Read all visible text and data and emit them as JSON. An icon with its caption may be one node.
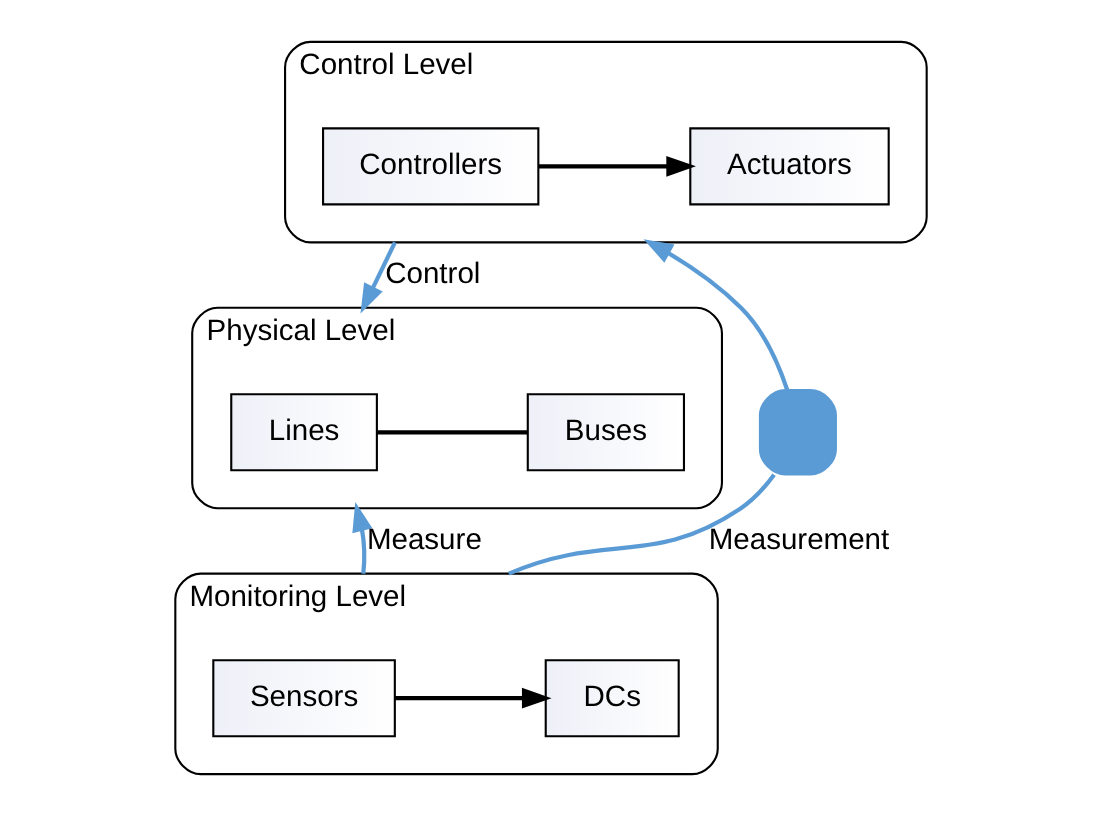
{
  "diagram": {
    "nodes": [
      {
        "text": [],
        "shape": "ellipse",
        "beside": [
          "Control Level"
        ]
      },
      {
        "text": [
          "Controllers"
        ],
        "in": 0
      },
      {
        "text": [
          "Actuators"
        ],
        "in": 0
      },
      {
        "text": [],
        "shape": "ellipse",
        "beside": [
          "Physical Level"
        ]
      },
      {
        "text": [
          "Lines"
        ],
        "in": 3
      },
      {
        "text": [
          "Buses"
        ],
        "in": 3
      },
      {
        "text": [],
        "shape": "ellipse",
        "beside": [
          "Monitoring Level"
        ]
      },
      {
        "text": [
          "Sensors"
        ],
        "in": 6
      },
      {
        "text": [
          "DCs"
        ],
        "in": 6
      },
      {
        "text": [],
        "shape": "box"
      }
    ],
    "edges": [
      {
        "from": 1,
        "to": 2,
        "arrow": "to",
        "color": "#000000"
      },
      {
        "from": 4,
        "to": 5,
        "arrow": "none",
        "color": "#000000"
      },
      {
        "from": 7,
        "to": 8,
        "arrow": "to",
        "color": "#000000"
      },
      {
        "from": 0,
        "to": 3,
        "arrow": "to",
        "label": "Control"
      },
      {
        "from": 6,
        "to": 3,
        "arrow": "to",
        "label": "Measure"
      },
      {
        "from": 6,
        "to": 9,
        "arrow": "none",
        "label": "Measurement"
      },
      {
        "from": 9,
        "to": 0,
        "arrow": "to"
      }
    ]
  }
}
